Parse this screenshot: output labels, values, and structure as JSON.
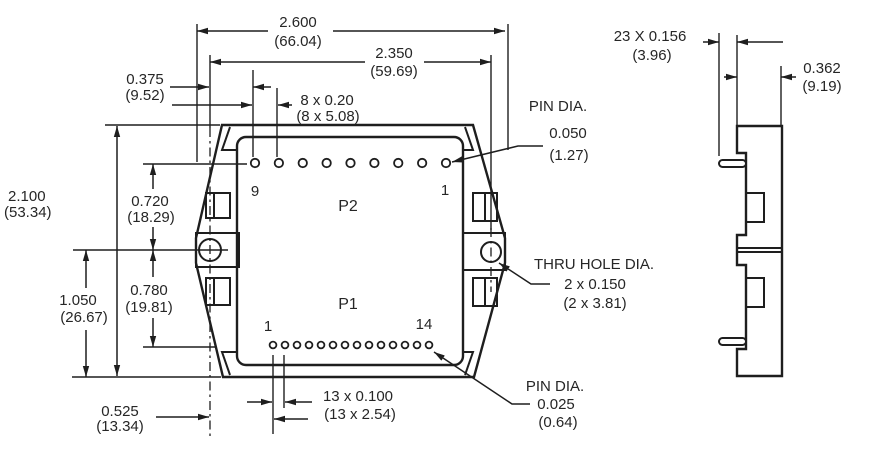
{
  "top_view": {
    "dim_overall_width": {
      "in": "2.600",
      "mm": "(66.04)"
    },
    "dim_hole_span": {
      "in": "2.350",
      "mm": "(59.69)"
    },
    "dim_hole_to_pin9": {
      "in": "0.375",
      "mm": "(9.52)"
    },
    "dim_p2_pitch": {
      "in": "8 x 0.20",
      "mm": "(8 x 5.08)"
    },
    "dim_overall_height": {
      "in": "2.100",
      "mm": "(53.34)"
    },
    "dim_hole_to_p2": {
      "in": "0.720",
      "mm": "(18.29)"
    },
    "dim_hole_to_bottom": {
      "in": "1.050",
      "mm": "(26.67)"
    },
    "dim_hole_to_p1": {
      "in": "0.780",
      "mm": "(19.81)"
    },
    "dim_hole_to_pin1": {
      "in": "0.525",
      "mm": "(13.34)"
    },
    "dim_p1_pitch": {
      "in": "13 x 0.100",
      "mm": "(13 x 2.54)"
    },
    "connector_p2_label": "P2",
    "connector_p1_label": "P1",
    "p2_pin_count": 9,
    "p1_pin_count": 14,
    "p2_pin_left_number": "9",
    "p2_pin_right_number": "1",
    "p1_pin_left_number": "1",
    "p1_pin_right_number": "14",
    "callout_p2_pin_dia": {
      "title": "PIN DIA.",
      "in": "0.050",
      "mm": "(1.27)"
    },
    "callout_thru_hole": {
      "title": "THRU HOLE DIA.",
      "in": "2 x 0.150",
      "mm": "(2 x 3.81)"
    },
    "callout_p1_pin_dia": {
      "title": "PIN DIA.",
      "in": "0.025",
      "mm": "(0.64)"
    }
  },
  "side_view": {
    "dim_pin_length": {
      "in": "23 X 0.156",
      "mm": "(3.96)"
    },
    "dim_body_depth": {
      "in": "0.362",
      "mm": "(9.19)"
    }
  },
  "colors": {
    "line": "#1e1e1e",
    "background": "#ffffff"
  }
}
